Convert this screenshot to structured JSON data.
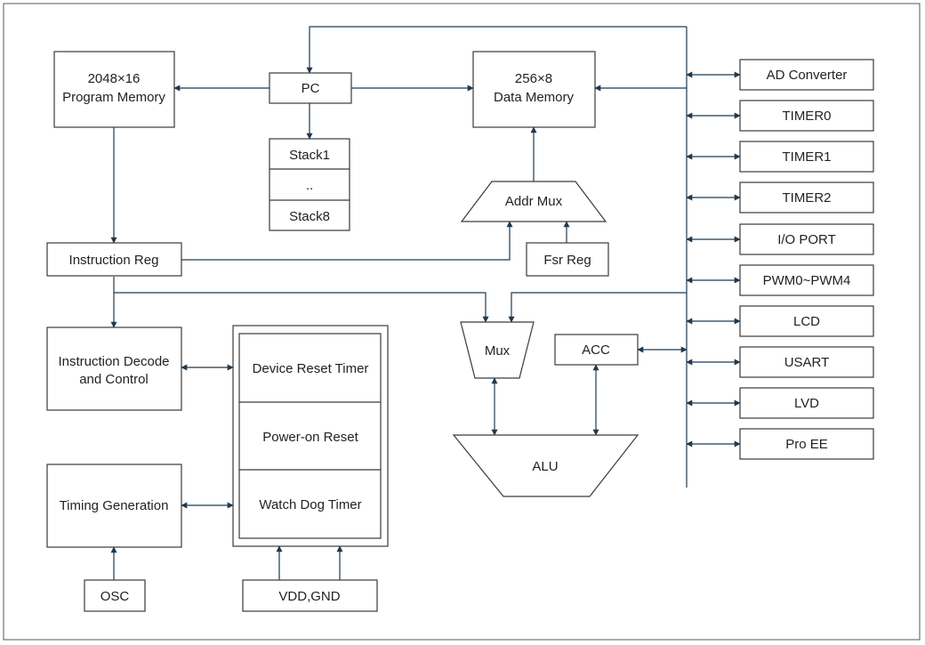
{
  "blocks": {
    "program_memory": [
      "2048×16",
      "Program Memory"
    ],
    "data_memory": [
      "256×8",
      "Data Memory"
    ],
    "pc": "PC",
    "stack1": "Stack1",
    "stack_dots": "..",
    "stack8": "Stack8",
    "addr_mux": "Addr Mux",
    "fsr_reg": "Fsr Reg",
    "instruction_reg": "Instruction Reg",
    "decode": [
      "Instruction Decode",
      "and Control"
    ],
    "device_reset_timer": "Device Reset Timer",
    "power_on_reset": "Power-on Reset",
    "watch_dog_timer": "Watch Dog Timer",
    "timing_generation": "Timing Generation",
    "osc": "OSC",
    "vdd_gnd": "VDD,GND",
    "mux": "Mux",
    "acc": "ACC",
    "alu": "ALU"
  },
  "peripherals": [
    "AD Converter",
    "TIMER0",
    "TIMER1",
    "TIMER2",
    "I/O PORT",
    "PWM0~PWM4",
    "LCD",
    "USART",
    "LVD",
    "Pro EE"
  ],
  "colors": {
    "line": "#1f3a50",
    "box_border": "#3a3a3a",
    "text": "#222222"
  }
}
